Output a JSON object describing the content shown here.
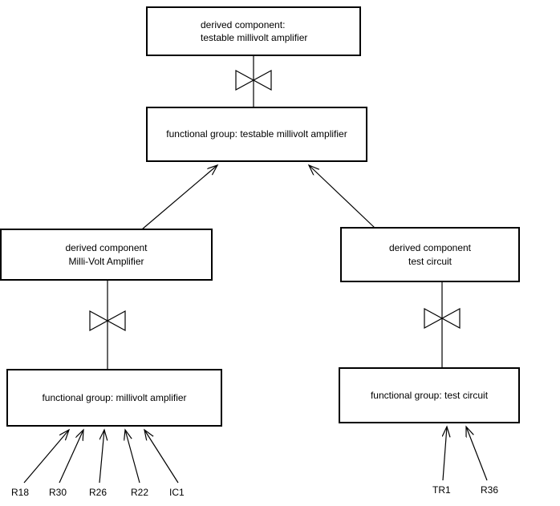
{
  "diagram": {
    "colors": {
      "background": "#ffffff",
      "line": "#000000",
      "box_border": "#000000",
      "box_fill": "#ffffff",
      "text": "#000000"
    },
    "nodes": {
      "derived_testable": {
        "line1": "derived component:",
        "line2": "testable millivolt amplifier"
      },
      "functional_testable": {
        "label": "functional group: testable millivolt amplifier"
      },
      "derived_millivolt": {
        "line1": "derived component",
        "line2": "Milli-Volt Amplifier"
      },
      "derived_test": {
        "line1": "derived component",
        "line2": "test circuit"
      },
      "functional_millivolt": {
        "label": "functional group: millivolt amplifier"
      },
      "functional_test": {
        "label": "functional group: test circuit"
      }
    },
    "components_left": [
      "R18",
      "R30",
      "R26",
      "R22",
      "IC1"
    ],
    "components_right": [
      "TR1",
      "R36"
    ]
  }
}
